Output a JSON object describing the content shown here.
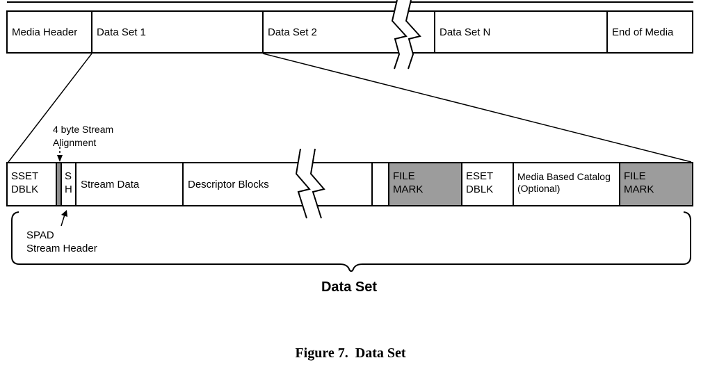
{
  "tape_row": [
    {
      "label": "Media Header"
    },
    {
      "label": "Data Set 1"
    },
    {
      "label": "Data Set 2"
    },
    {
      "label": "Data Set N"
    },
    {
      "label": "End of Media"
    }
  ],
  "dataset_row": {
    "sset": {
      "l1": "SSET",
      "l2": "DBLK"
    },
    "sh": {
      "l1": "S",
      "l2": "H"
    },
    "stream_data": {
      "label": "Stream Data"
    },
    "descriptor_blocks": {
      "label": "Descriptor Blocks"
    },
    "file_mark_1": {
      "l1": "FILE",
      "l2": "MARK"
    },
    "eset": {
      "l1": "ESET",
      "l2": "DBLK"
    },
    "catalog": {
      "l1": "Media Based Catalog",
      "l2": "(Optional)"
    },
    "file_mark_2": {
      "l1": "FILE",
      "l2": "MARK"
    }
  },
  "annotations": {
    "alignment": {
      "l1": "4 byte Stream",
      "l2": "Alignment"
    },
    "spad": {
      "l1": "SPAD",
      "l2": "Stream Header"
    },
    "brace_label": "Data Set"
  },
  "caption": "Figure 7.  Data Set",
  "colors": {
    "stroke": "#000000",
    "file_mark_gray": "#9c9c9c",
    "spad_gray": "#909090"
  }
}
